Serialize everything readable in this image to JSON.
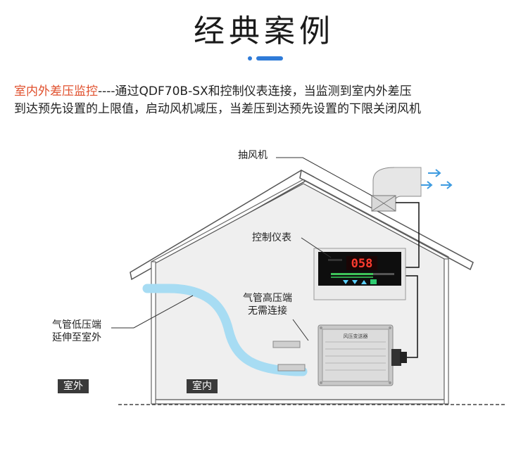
{
  "title": "经典案例",
  "description": {
    "highlight": "室内外差压监控",
    "line1_rest": "----通过QDF70B-SX和控制仪表连接，当监测到室内外差压",
    "line2": "到达预先设置的上限值，启动风机减压，当差压到达预先设置的下限关闭风机"
  },
  "labels": {
    "fan": "抽风机",
    "controller": "控制仪表",
    "high_port_1": "气管高压端",
    "high_port_2": "无需连接",
    "low_port_1": "气管低压端",
    "low_port_2": "延伸至室外",
    "outdoor": "室外",
    "indoor": "室内"
  },
  "controller_display": {
    "value": "058"
  },
  "sensor_plate": {
    "title": "风压变送器"
  },
  "colors": {
    "accent_red": "#e0502d",
    "accent_blue": "#2f7bd8",
    "tube_blue": "#a7dcf3",
    "arrow_blue": "#3d9be0"
  }
}
